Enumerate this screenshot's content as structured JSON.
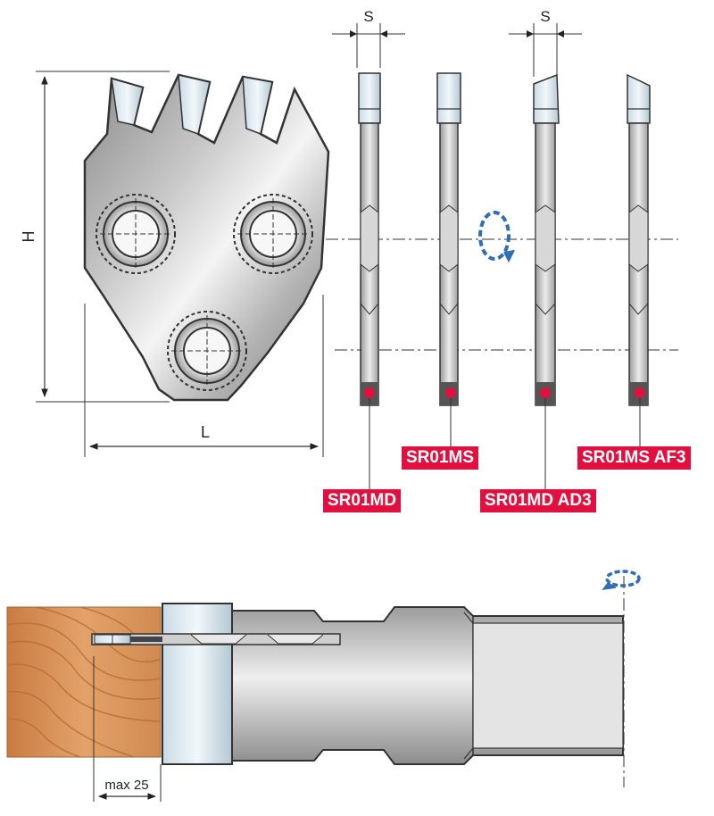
{
  "dimensions": {
    "thickness_top_left": "S",
    "thickness_top_right": "S",
    "height": "H",
    "length": "L",
    "max_depth": "max 25"
  },
  "knife_codes": [
    "SR01MD",
    "SR01MS",
    "SR01MD AD3",
    "SR01MS AF3"
  ],
  "colors": {
    "label_bg": "#e2103f",
    "label_text": "#ffffff",
    "rotation_arrow": "#2f6eb5",
    "steel_light": "#e6e6e6",
    "steel_dark": "#8f8f8f",
    "wood": "#d99156",
    "tip_dot": "#e2103f"
  },
  "icons": [
    "rotation-arrow-icon",
    "rotation-axis-icon"
  ]
}
